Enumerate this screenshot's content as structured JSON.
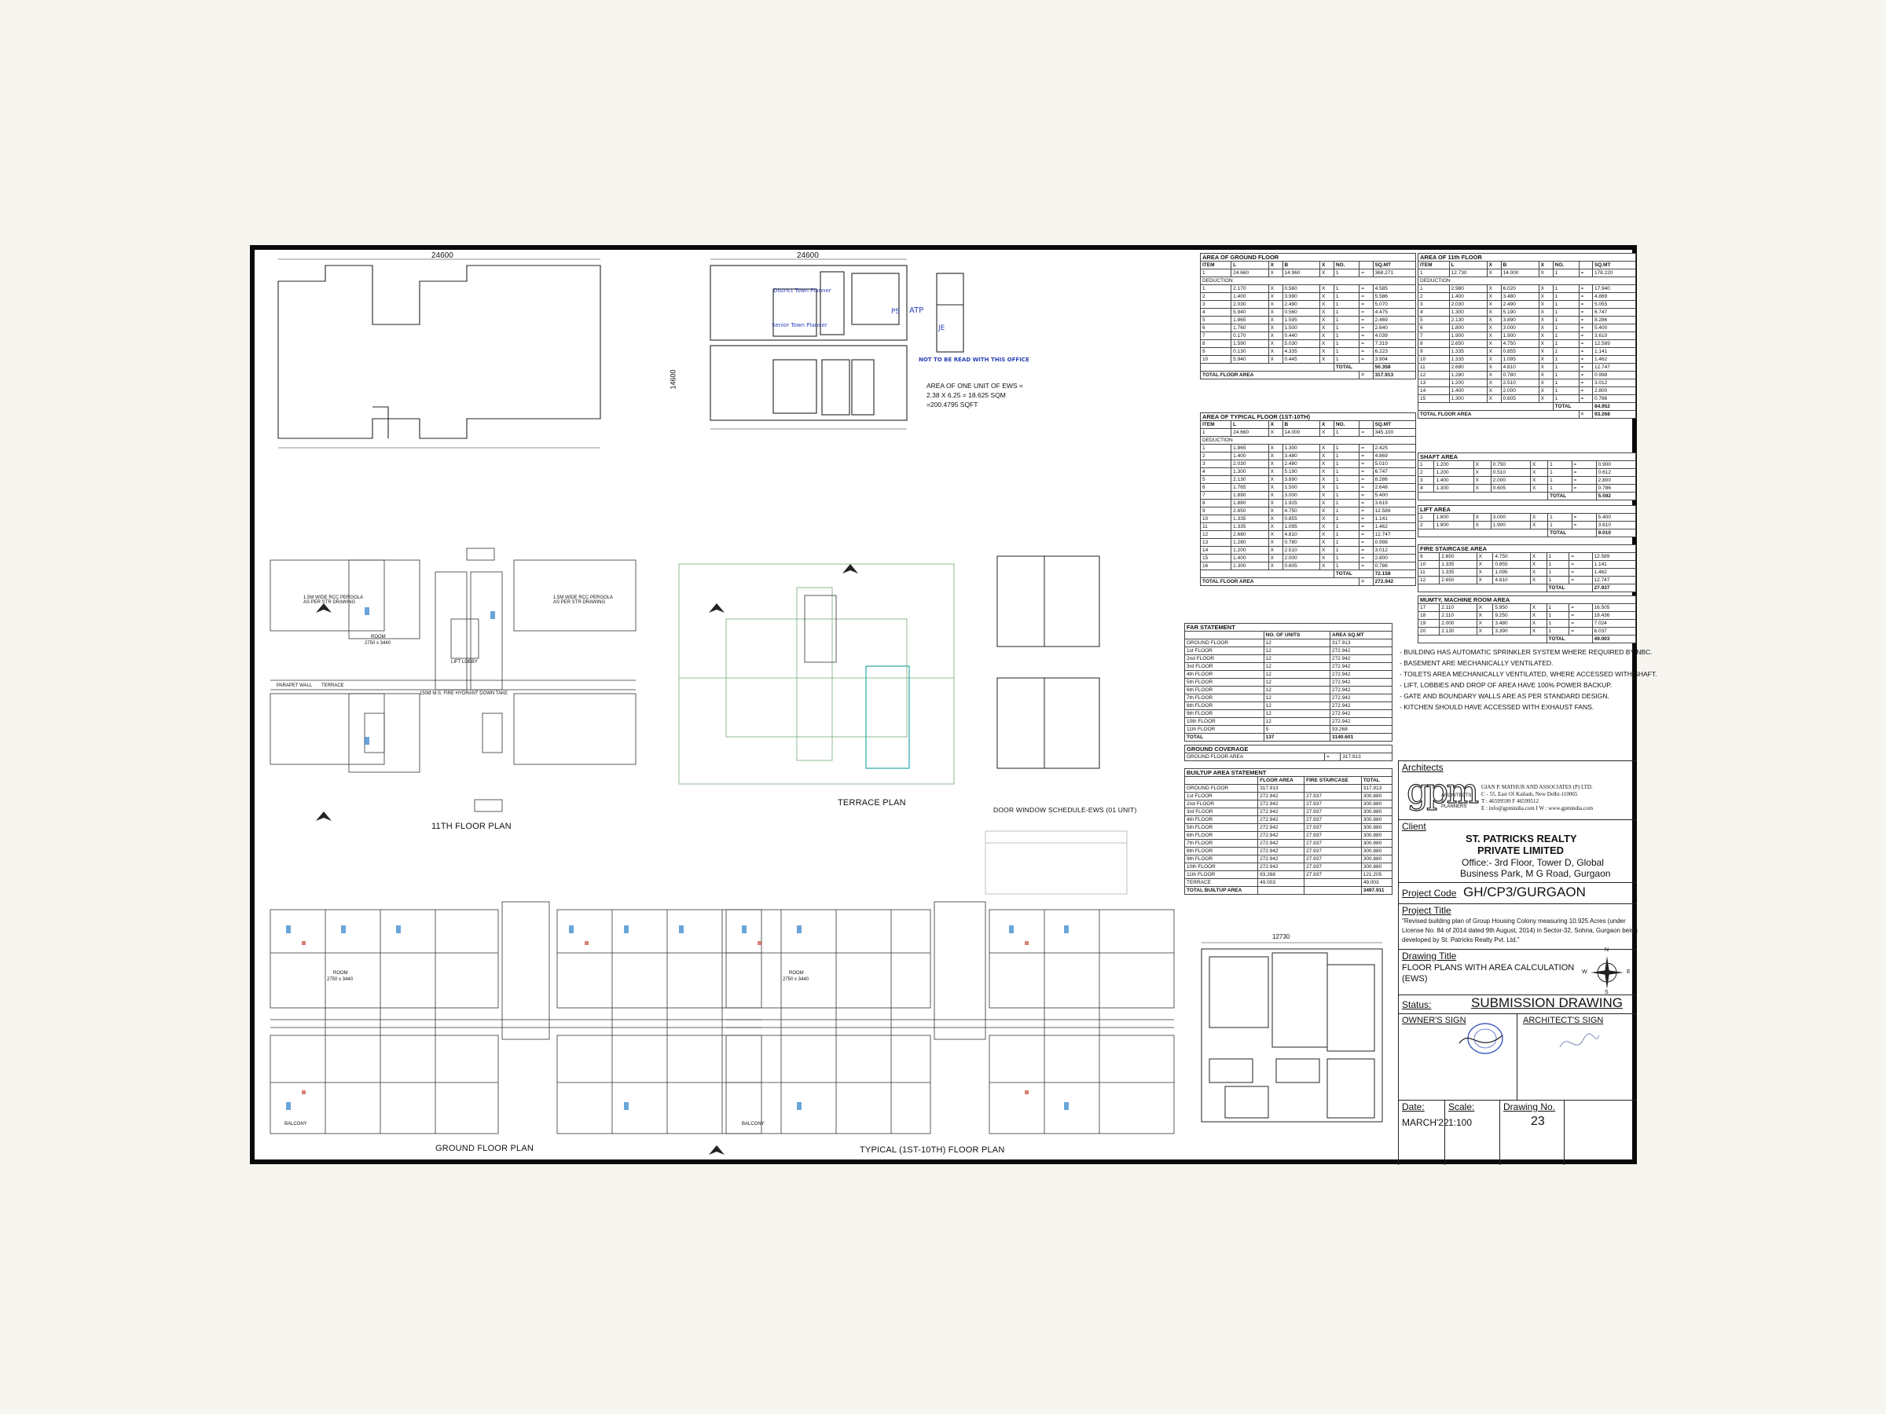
{
  "plans": {
    "eleventh_floor_plan": "11TH FLOOR PLAN",
    "terrace_plan": "TERRACE PLAN",
    "ground_floor_plan": "GROUND FLOOR PLAN",
    "typical_floor_plan": "TYPICAL (1ST-10TH) FLOOR PLAN",
    "door_window_schedule": "DOOR WINDOW SCHEDULE-EWS (01 UNIT)",
    "top_dim": "24600",
    "ews_dim": "12730",
    "side_dim": "14600",
    "room_label": "ROOM",
    "room_size": "2750 x 3440",
    "balcony": "BALCONY",
    "parapet_wall": "PARAPET WALL",
    "terrace": "TERRACE",
    "pergola_note": "1.5M WIDE RCC PERGOLA AS PER STR DRAWING",
    "down_take": "150Ø M.S. FIRE HYDRANT DOWN TAKE",
    "lift": "LIFT LOBBY",
    "ews_note_1": "AREA OF ONE UNIT OF EWS =",
    "ews_note_2": "2.38 X 6.25 = 18.625 SQM",
    "ews_note_3": "=200.4795 SQFT",
    "stamp_text": "NOT TO BE READ WITH THIS OFFICE",
    "sig_1": "District Town Planner",
    "sig_2": "Senior Town Planner",
    "sig_3": "ATP",
    "sig_4": "JE",
    "sig_5": "PS"
  },
  "area_ground": {
    "title": "AREA OF GROUND FLOOR",
    "header": [
      "ITEM",
      "L",
      "X",
      "B",
      "X",
      "NO.",
      "",
      "SQ.MT"
    ],
    "main": [
      "1",
      "24.660",
      "X",
      "14.960",
      "X",
      "1",
      "=",
      "368.271"
    ],
    "deduction_label": "DEDUCTION",
    "rows": [
      [
        "1",
        "2.170",
        "X",
        "0.560",
        "X",
        "1",
        "=",
        "4.585"
      ],
      [
        "2",
        "1.400",
        "X",
        "3.990",
        "X",
        "1",
        "=",
        "5.586"
      ],
      [
        "3",
        "2.030",
        "X",
        "2.490",
        "X",
        "1",
        "=",
        "5.070"
      ],
      [
        "4",
        "5.940",
        "X",
        "0.560",
        "X",
        "1",
        "=",
        "4.475"
      ],
      [
        "5",
        "1.865",
        "X",
        "1.595",
        "X",
        "1",
        "=",
        "2.469"
      ],
      [
        "6",
        "1.760",
        "X",
        "1.500",
        "X",
        "1",
        "=",
        "2.640"
      ],
      [
        "7",
        "0.170",
        "X",
        "0.440",
        "X",
        "1",
        "=",
        "4.039"
      ],
      [
        "8",
        "1.590",
        "X",
        "5.030",
        "X",
        "1",
        "=",
        "7.319"
      ],
      [
        "9",
        "0.130",
        "X",
        "4.335",
        "X",
        "1",
        "=",
        "6.223"
      ],
      [
        "10",
        "5.940",
        "X",
        "0.445",
        "X",
        "1",
        "=",
        "3.904"
      ]
    ],
    "total_label": "TOTAL",
    "total_value": "50.358",
    "floor_area_label": "TOTAL FLOOR AREA",
    "floor_area_value": "317.913"
  },
  "area_typical": {
    "title": "AREA OF TYPICAL FLOOR (1ST-10TH)",
    "header": [
      "ITEM",
      "L",
      "X",
      "B",
      "X",
      "NO.",
      "",
      "SQ.MT"
    ],
    "main": [
      "1",
      "24.660",
      "X",
      "14.000",
      "X",
      "1",
      "=",
      "345.100"
    ],
    "deduction_label": "DEDUCTION",
    "rows": [
      [
        "1",
        "1.865",
        "X",
        "1.300",
        "X",
        "1",
        "=",
        "2.425"
      ],
      [
        "2",
        "1.400",
        "X",
        "3.480",
        "X",
        "1",
        "=",
        "4.869"
      ],
      [
        "3",
        "2.030",
        "X",
        "2.480",
        "X",
        "1",
        "=",
        "5.010"
      ],
      [
        "4",
        "1.300",
        "X",
        "5.190",
        "X",
        "1",
        "=",
        "6.747"
      ],
      [
        "5",
        "2.130",
        "X",
        "3.890",
        "X",
        "1",
        "=",
        "8.286"
      ],
      [
        "6",
        "1.765",
        "X",
        "1.500",
        "X",
        "1",
        "=",
        "2.648"
      ],
      [
        "7",
        "1.890",
        "X",
        "3.000",
        "X",
        "1",
        "=",
        "5.400"
      ],
      [
        "8",
        "1.880",
        "X",
        "1.925",
        "X",
        "1",
        "=",
        "3.619"
      ],
      [
        "9",
        "2.650",
        "X",
        "4.750",
        "X",
        "1",
        "=",
        "12.589"
      ],
      [
        "10",
        "1.335",
        "X",
        "0.855",
        "X",
        "1",
        "=",
        "1.141"
      ],
      [
        "11",
        "1.335",
        "X",
        "1.095",
        "X",
        "1",
        "=",
        "1.462"
      ],
      [
        "12",
        "2.680",
        "X",
        "4.810",
        "X",
        "1",
        "=",
        "12.747"
      ],
      [
        "13",
        "1.280",
        "X",
        "0.780",
        "X",
        "1",
        "=",
        "0.998"
      ],
      [
        "14",
        "1.200",
        "X",
        "2.510",
        "X",
        "1",
        "=",
        "3.012"
      ],
      [
        "15",
        "1.400",
        "X",
        "2.000",
        "X",
        "1",
        "=",
        "2.800"
      ],
      [
        "16",
        "1.300",
        "X",
        "0.605",
        "X",
        "1",
        "=",
        "0.786"
      ]
    ],
    "total_label": "TOTAL",
    "total_value": "72.158",
    "floor_area_label": "TOTAL FLOOR AREA",
    "floor_area_value": "272.942"
  },
  "area_11th": {
    "title": "AREA OF 11th FLOOR",
    "header": [
      "ITEM",
      "L",
      "X",
      "B",
      "X",
      "NO.",
      "",
      "SQ.MT"
    ],
    "main": [
      "1",
      "12.730",
      "X",
      "14.000",
      "X",
      "1",
      "=",
      "178.220"
    ],
    "deduction_label": "DEDUCTION",
    "rows": [
      [
        "1",
        "2.980",
        "X",
        "6.020",
        "X",
        "1",
        "=",
        "17.940"
      ],
      [
        "2",
        "1.400",
        "X",
        "3.480",
        "X",
        "1",
        "=",
        "4.869"
      ],
      [
        "3",
        "2.030",
        "X",
        "2.490",
        "X",
        "1",
        "=",
        "5.055"
      ],
      [
        "4",
        "1.300",
        "X",
        "5.190",
        "X",
        "1",
        "=",
        "6.747"
      ],
      [
        "5",
        "2.130",
        "X",
        "3.890",
        "X",
        "1",
        "=",
        "8.286"
      ],
      [
        "6",
        "1.800",
        "X",
        "3.000",
        "X",
        "1",
        "=",
        "5.400"
      ],
      [
        "7",
        "1.900",
        "X",
        "1.900",
        "X",
        "1",
        "=",
        "3.610"
      ],
      [
        "8",
        "2.650",
        "X",
        "4.750",
        "X",
        "1",
        "=",
        "12.589"
      ],
      [
        "9",
        "1.335",
        "X",
        "0.855",
        "X",
        "1",
        "=",
        "1.141"
      ],
      [
        "10",
        "1.335",
        "X",
        "1.095",
        "X",
        "1",
        "=",
        "1.462"
      ],
      [
        "11",
        "2.680",
        "X",
        "4.810",
        "X",
        "1",
        "=",
        "12.747"
      ],
      [
        "12",
        "1.280",
        "X",
        "0.780",
        "X",
        "1",
        "=",
        "0.998"
      ],
      [
        "13",
        "1.200",
        "X",
        "2.510",
        "X",
        "1",
        "=",
        "3.012"
      ],
      [
        "14",
        "1.400",
        "X",
        "2.000",
        "X",
        "1",
        "=",
        "2.800"
      ],
      [
        "15",
        "1.300",
        "X",
        "0.605",
        "X",
        "1",
        "=",
        "0.786"
      ]
    ],
    "total_label": "TOTAL",
    "total_value": "84.952",
    "floor_area_label": "TOTAL FLOOR AREA",
    "floor_area_value": "93.268"
  },
  "shaft": {
    "title": "SHAFT AREA",
    "rows": [
      [
        "1",
        "1.200",
        "X",
        "0.750",
        "X",
        "1",
        "=",
        "0.900"
      ],
      [
        "2",
        "1.200",
        "X",
        "0.510",
        "X",
        "1",
        "=",
        "0.612"
      ],
      [
        "3",
        "1.400",
        "X",
        "2.000",
        "X",
        "1",
        "=",
        "2.800"
      ],
      [
        "4",
        "1.300",
        "X",
        "0.605",
        "X",
        "1",
        "=",
        "0.786"
      ]
    ],
    "total_label": "TOTAL",
    "total_value": "5.592"
  },
  "lift": {
    "title": "LIFT AREA",
    "rows": [
      [
        "1",
        "1.800",
        "X",
        "3.000",
        "X",
        "1",
        "=",
        "5.400"
      ],
      [
        "2",
        "1.900",
        "X",
        "1.900",
        "X",
        "1",
        "=",
        "3.610"
      ]
    ],
    "total_label": "TOTAL",
    "total_value": "9.010"
  },
  "fire_stair": {
    "title": "FIRE STAIRCASE AREA",
    "rows": [
      [
        "9",
        "2.650",
        "X",
        "4.750",
        "X",
        "1",
        "=",
        "12.589"
      ],
      [
        "10",
        "1.335",
        "X",
        "0.855",
        "X",
        "1",
        "=",
        "1.141"
      ],
      [
        "11",
        "1.335",
        "X",
        "1.095",
        "X",
        "1",
        "=",
        "1.462"
      ],
      [
        "12",
        "2.650",
        "X",
        "4.810",
        "X",
        "1",
        "=",
        "12.747"
      ]
    ],
    "total_label": "TOTAL",
    "total_value": "27.937"
  },
  "mumty": {
    "title": "MUMTY, MACHINE ROOM AREA",
    "rows": [
      [
        "17",
        "2.110",
        "X",
        "5.950",
        "X",
        "1",
        "=",
        "16.505"
      ],
      [
        "18",
        "2.110",
        "X",
        "9.250",
        "X",
        "1",
        "=",
        "19.436"
      ],
      [
        "19",
        "2.000",
        "X",
        "3.480",
        "X",
        "1",
        "=",
        "7.024"
      ],
      [
        "20",
        "2.130",
        "X",
        "3.390",
        "X",
        "1",
        "=",
        "6.037"
      ]
    ],
    "total_label": "TOTAL",
    "total_value": "49.003"
  },
  "far": {
    "title": "FAR STATEMENT",
    "header": [
      "",
      "NO. OF UNITS",
      "AREA SQ.MT"
    ],
    "rows": [
      [
        "GROUND FLOOR",
        "12",
        "317.913"
      ],
      [
        "1st FLOOR",
        "12",
        "272.942"
      ],
      [
        "2nd FLOOR",
        "12",
        "272.942"
      ],
      [
        "3rd FLOOR",
        "12",
        "272.942"
      ],
      [
        "4th FLOOR",
        "12",
        "272.942"
      ],
      [
        "5th FLOOR",
        "12",
        "272.942"
      ],
      [
        "6th FLOOR",
        "12",
        "272.942"
      ],
      [
        "7th FLOOR",
        "12",
        "272.942"
      ],
      [
        "8th FLOOR",
        "12",
        "272.942"
      ],
      [
        "9th FLOOR",
        "12",
        "272.942"
      ],
      [
        "10th FLOOR",
        "12",
        "272.942"
      ],
      [
        "11th FLOOR",
        "5",
        "93.268"
      ]
    ],
    "total": [
      "TOTAL",
      "137",
      "3140.601"
    ]
  },
  "coverage": {
    "title": "GROUND COVERAGE",
    "row": [
      "GROUND FLOOR AREA",
      "=",
      "317.913"
    ]
  },
  "builtup": {
    "title": "BUILTUP AREA STATEMENT",
    "header": [
      "",
      "FLOOR AREA",
      "FIRE STAIRCASE",
      "TOTAL"
    ],
    "rows": [
      [
        "GROUND FLOOR",
        "317.913",
        "",
        "317.913"
      ],
      [
        "1st FLOOR",
        "272.942",
        "27.937",
        "300.880"
      ],
      [
        "2nd FLOOR",
        "272.942",
        "27.937",
        "300.880"
      ],
      [
        "3rd FLOOR",
        "272.942",
        "27.937",
        "300.880"
      ],
      [
        "4th FLOOR",
        "272.942",
        "27.937",
        "300.880"
      ],
      [
        "5th FLOOR",
        "272.942",
        "27.937",
        "300.880"
      ],
      [
        "6th FLOOR",
        "272.942",
        "27.937",
        "300.880"
      ],
      [
        "7th FLOOR",
        "272.942",
        "27.937",
        "300.880"
      ],
      [
        "8th FLOOR",
        "272.942",
        "27.937",
        "300.880"
      ],
      [
        "9th FLOOR",
        "272.942",
        "27.937",
        "300.880"
      ],
      [
        "10th FLOOR",
        "272.942",
        "27.937",
        "300.880"
      ],
      [
        "11th FLOOR",
        "93.268",
        "27.937",
        "121.205"
      ],
      [
        "TERRACE",
        "49.003",
        "",
        "49.003"
      ]
    ],
    "total": [
      "TOTAL BUILTUP AREA",
      "",
      "",
      "3497.911"
    ]
  },
  "notes": [
    "- BUILDING HAS AUTOMATIC SPRINKLER SYSTEM WHERE REQUIRED BY NBC.",
    "- BASEMENT ARE MECHANICALLY VENTILATED.",
    "- TOILETS AREA MECHANICALLY VENTILATED, WHERE ACCESSED WITH SHAFT.",
    "- LIFT, LOBBIES AND DROP OF AREA HAVE 100% POWER BACKUP.",
    "- GATE AND BOUNDARY WALLS ARE AS PER STANDARD DESIGN.",
    "- KITCHEN SHOULD HAVE ACCESSED WITH EXHAUST FANS."
  ],
  "title_block": {
    "architects_label": "Architects",
    "logo_letters": "gpm",
    "logo_sub_1": "ARCHITECTS",
    "logo_sub_2": "& PLANNERS",
    "firm_name": "GIAN P. MATHUR AND ASSOCIATES (P) LTD.",
    "firm_addr": "C - 55, East Of Kailash, New Delhi-110065",
    "firm_phone": "T : 46599599 F 46599512",
    "firm_web": "E : info@gpmindia.com I W : www.gpmindia.com",
    "client_label": "Client",
    "client_name_1": "ST. PATRICKS REALTY",
    "client_name_2": "PRIVATE LIMITED",
    "client_addr_1": "Office:- 3rd Floor, Tower D, Global",
    "client_addr_2": "Business Park, M G Road, Gurgaon",
    "project_code_label": "Project Code",
    "project_code": "GH/CP3/GURGAON",
    "project_title_label": "Project Title",
    "project_title_1": "\"Revised building plan of Group Housing Colony measuring 10.925 Acres (under",
    "project_title_2": "License No. 84 of 2014 dated 9th August, 2014) in Sector-32, Sohna, Gurgaon being",
    "project_title_3": "developed by  St. Patricks Realty Pvt. Ltd.\"",
    "drawing_title_label": "Drawing Title",
    "drawing_title_1": "FLOOR PLANS WITH AREA CALCULATION",
    "drawing_title_2": "(EWS)",
    "status_label": "Status:",
    "status": "SUBMISSION DRAWING",
    "owner_sign": "OWNER'S SIGN",
    "architect_sign": "ARCHITECT'S SIGN",
    "date_label": "Date:",
    "date": "MARCH'22",
    "scale_label": "Scale:",
    "scale": "1:100",
    "drawing_no_label": "Drawing No.",
    "drawing_no": "23",
    "compass": [
      "N",
      "E",
      "S",
      "W"
    ]
  }
}
